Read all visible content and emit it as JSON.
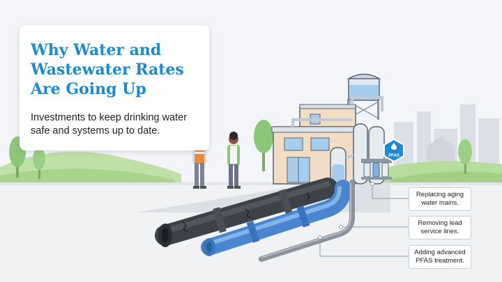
{
  "header": {
    "title_lines": [
      "Why Water and",
      "Wastewater Rates",
      "Are Going Up"
    ],
    "subtitle_lines": [
      "Investments to keep drinking water",
      "safe and systems up to date."
    ]
  },
  "badge": {
    "label": "PFAS"
  },
  "callouts": [
    {
      "lines": [
        "Replacing aging",
        "water mains."
      ]
    },
    {
      "lines": [
        "Removing lead",
        "service lines."
      ]
    },
    {
      "lines": [
        "Adding advanced",
        "PFAS treatment."
      ]
    }
  ],
  "colors": {
    "accent": "#1c88d6",
    "sky": "#ffffff",
    "grass": "#a9d48c",
    "new_pipe": "#5b9be0",
    "old_pipe": "#4d5258",
    "building": "#f1ddc6"
  },
  "icons": [
    "water-drop-icon"
  ]
}
